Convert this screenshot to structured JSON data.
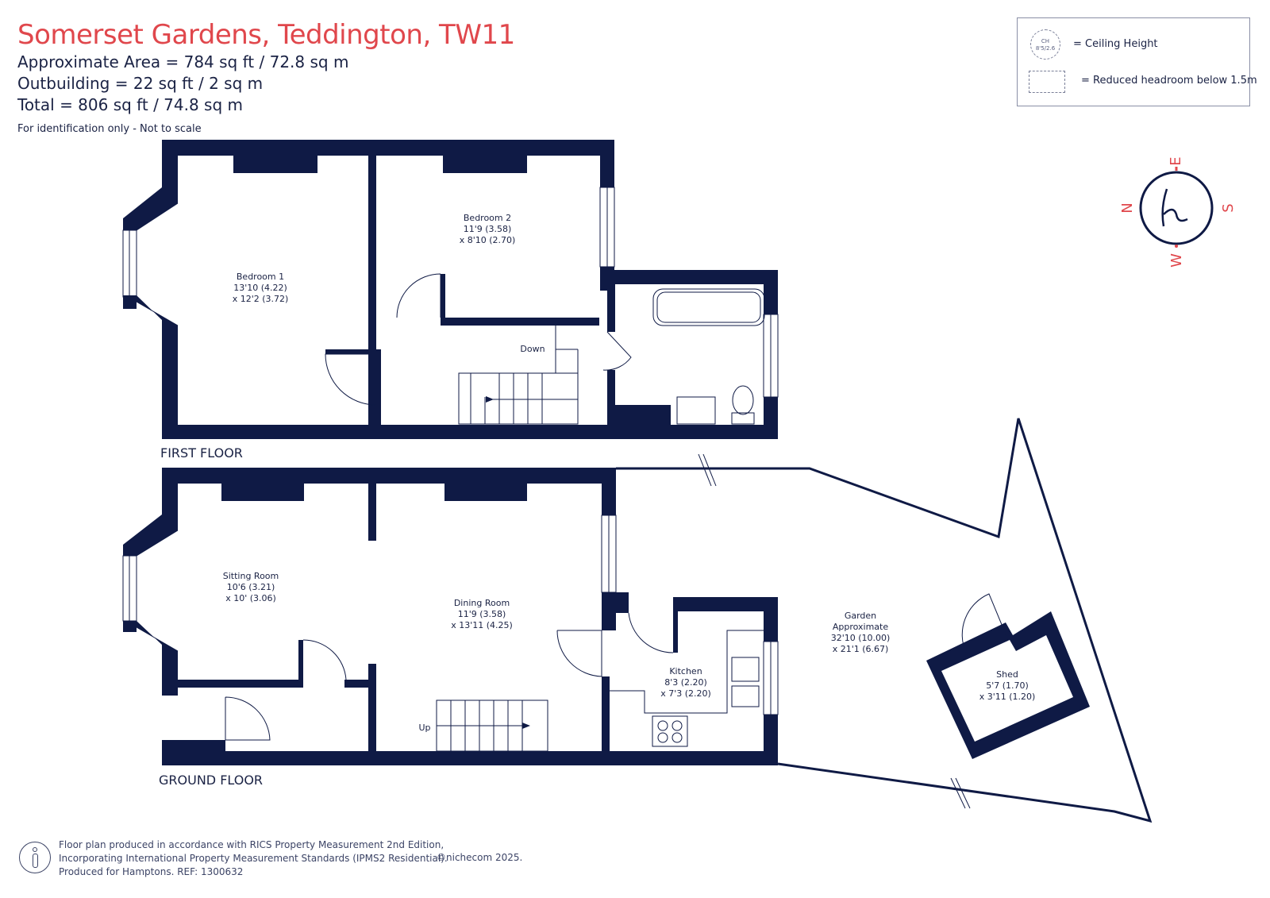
{
  "header": {
    "title": "Somerset Gardens, Teddington, TW11",
    "approx_area": "Approximate Area = 784 sq ft / 72.8 sq m",
    "outbuilding": "Outbuilding = 22 sq ft / 2 sq m",
    "total": "Total = 806 sq ft / 74.8 sq m",
    "disclaimer": "For identification only - Not to scale"
  },
  "legend": {
    "ceiling_height_label": "= Ceiling Height",
    "ceiling_symbol_top": "CH",
    "ceiling_symbol_value": "8'5/2.6",
    "reduced_headroom_label": "= Reduced headroom below 1.5m"
  },
  "compass": {
    "north": "N",
    "east": "E",
    "south": "S",
    "west": "W",
    "logo": "h",
    "accent": "#e0474c"
  },
  "floors": {
    "first_floor_label": "FIRST FLOOR",
    "ground_floor_label": "GROUND FLOOR"
  },
  "rooms": {
    "bedroom1": {
      "name": "Bedroom 1",
      "dim1": "13'10 (4.22)",
      "dim2": "x 12'2 (3.72)"
    },
    "bedroom2": {
      "name": "Bedroom 2",
      "dim1": "11'9 (3.58)",
      "dim2": "x 8'10 (2.70)"
    },
    "sitting": {
      "name": "Sitting Room",
      "dim1": "10'6 (3.21)",
      "dim2": "x 10' (3.06)"
    },
    "dining": {
      "name": "Dining Room",
      "dim1": "11'9 (3.58)",
      "dim2": "x 13'11 (4.25)"
    },
    "kitchen": {
      "name": "Kitchen",
      "dim1": "8'3 (2.20)",
      "dim2": "x 7'3 (2.20)"
    },
    "garden": {
      "name": "Garden",
      "sub": "Approximate",
      "dim1": "32'10 (10.00)",
      "dim2": "x 21'1 (6.67)"
    },
    "shed": {
      "name": "Shed",
      "dim1": "5'7 (1.70)",
      "dim2": "x 3'11 (1.20)"
    }
  },
  "stairs": {
    "down_label": "Down",
    "up_label": "Up"
  },
  "footer": {
    "line1": "Floor plan produced in accordance with RICS Property Measurement 2nd Edition,",
    "line2": "Incorporating International Property Measurement Standards (IPMS2 Residential).",
    "line3": "Produced for Hamptons.   REF:  1300632",
    "copyright": "©nichecom 2025."
  },
  "colors": {
    "wall": "#0f1a45",
    "title": "#e0474c",
    "text": "#1a2244"
  }
}
